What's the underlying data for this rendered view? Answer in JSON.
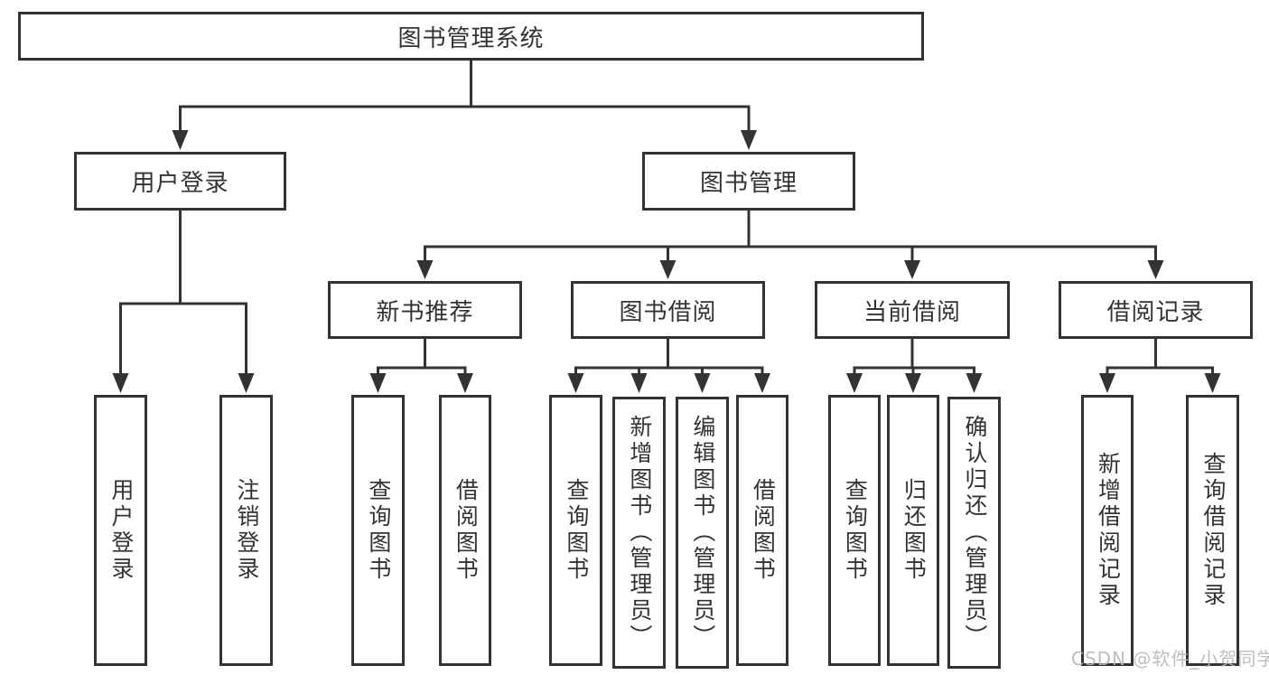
{
  "tree": {
    "root": {
      "label": "图书管理系统",
      "children": [
        {
          "label": "用户登录",
          "children": [
            {
              "label": "用户登录"
            },
            {
              "label": "注销登录"
            }
          ]
        },
        {
          "label": "图书管理",
          "children": [
            {
              "label": "新书推荐",
              "children": [
                {
                  "label": "查询图书"
                },
                {
                  "label": "借阅图书"
                }
              ]
            },
            {
              "label": "图书借阅",
              "children": [
                {
                  "label": "查询图书"
                },
                {
                  "label": "新增图书（管理员）"
                },
                {
                  "label": "编辑图书（管理员）"
                },
                {
                  "label": "借阅图书"
                }
              ]
            },
            {
              "label": "当前借阅",
              "children": [
                {
                  "label": "查询图书"
                },
                {
                  "label": "归还图书"
                },
                {
                  "label": "确认归还（管理员）"
                }
              ]
            },
            {
              "label": "借阅记录",
              "children": [
                {
                  "label": "新增借阅记录"
                },
                {
                  "label": "查询借阅记录"
                }
              ]
            }
          ]
        }
      ]
    }
  },
  "watermark": {
    "text": "CSDN @软件_小贺同学"
  },
  "colors": {
    "line": "#333333",
    "text": "#333333",
    "watermark": "#b7b7b7",
    "background": "#ffffff"
  }
}
